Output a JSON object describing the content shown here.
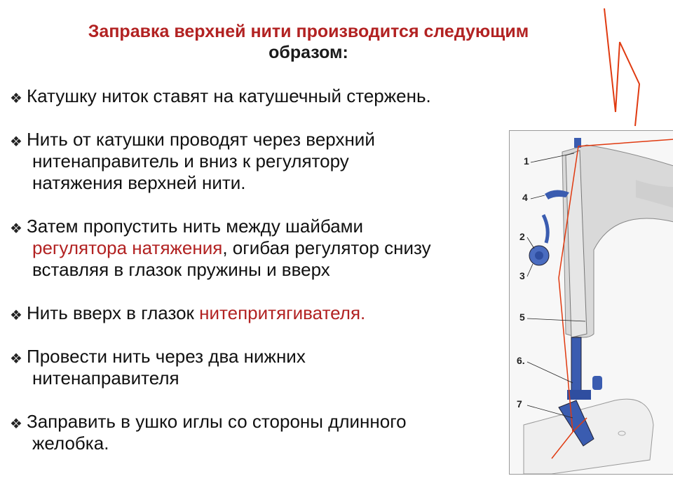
{
  "title": {
    "line1": "Заправка верхней нити производится следующим",
    "line2": "образом:"
  },
  "bullet_symbol": "❖",
  "items": [
    {
      "lines": [
        "Катушку ниток ставят на катушечный стержень."
      ]
    },
    {
      "lines": [
        " Нить от катушки проводят через верхний",
        "нитенаправитель  и вниз  к регулятору",
        "натяжения      верхней нити."
      ]
    },
    {
      "l1": "Затем   пропустить  нить между шайбами",
      "l2_red": "регулятора натяжения",
      "l2_rest": ", огибая регулятор снизу",
      "l3": "вставляя в глазок  пружины  и вверх"
    },
    {
      "prefix": "Нить вверх  в глазок  ",
      "red": "нитепритягивателя."
    },
    {
      "lines": [
        "Провести нить через два нижних",
        "нитенаправителя"
      ]
    },
    {
      "lines": [
        "Заправить в ушко иглы со стороны длинного",
        "желобка."
      ]
    }
  ],
  "figure": {
    "labels": [
      "1",
      "4",
      "2",
      "3",
      "5",
      "6.",
      "7"
    ]
  },
  "colors": {
    "title": "#b22222",
    "highlight": "#b22222",
    "thread": "#e03a10",
    "machine": "#d9d9d9",
    "parts": "#3a5cb0"
  }
}
